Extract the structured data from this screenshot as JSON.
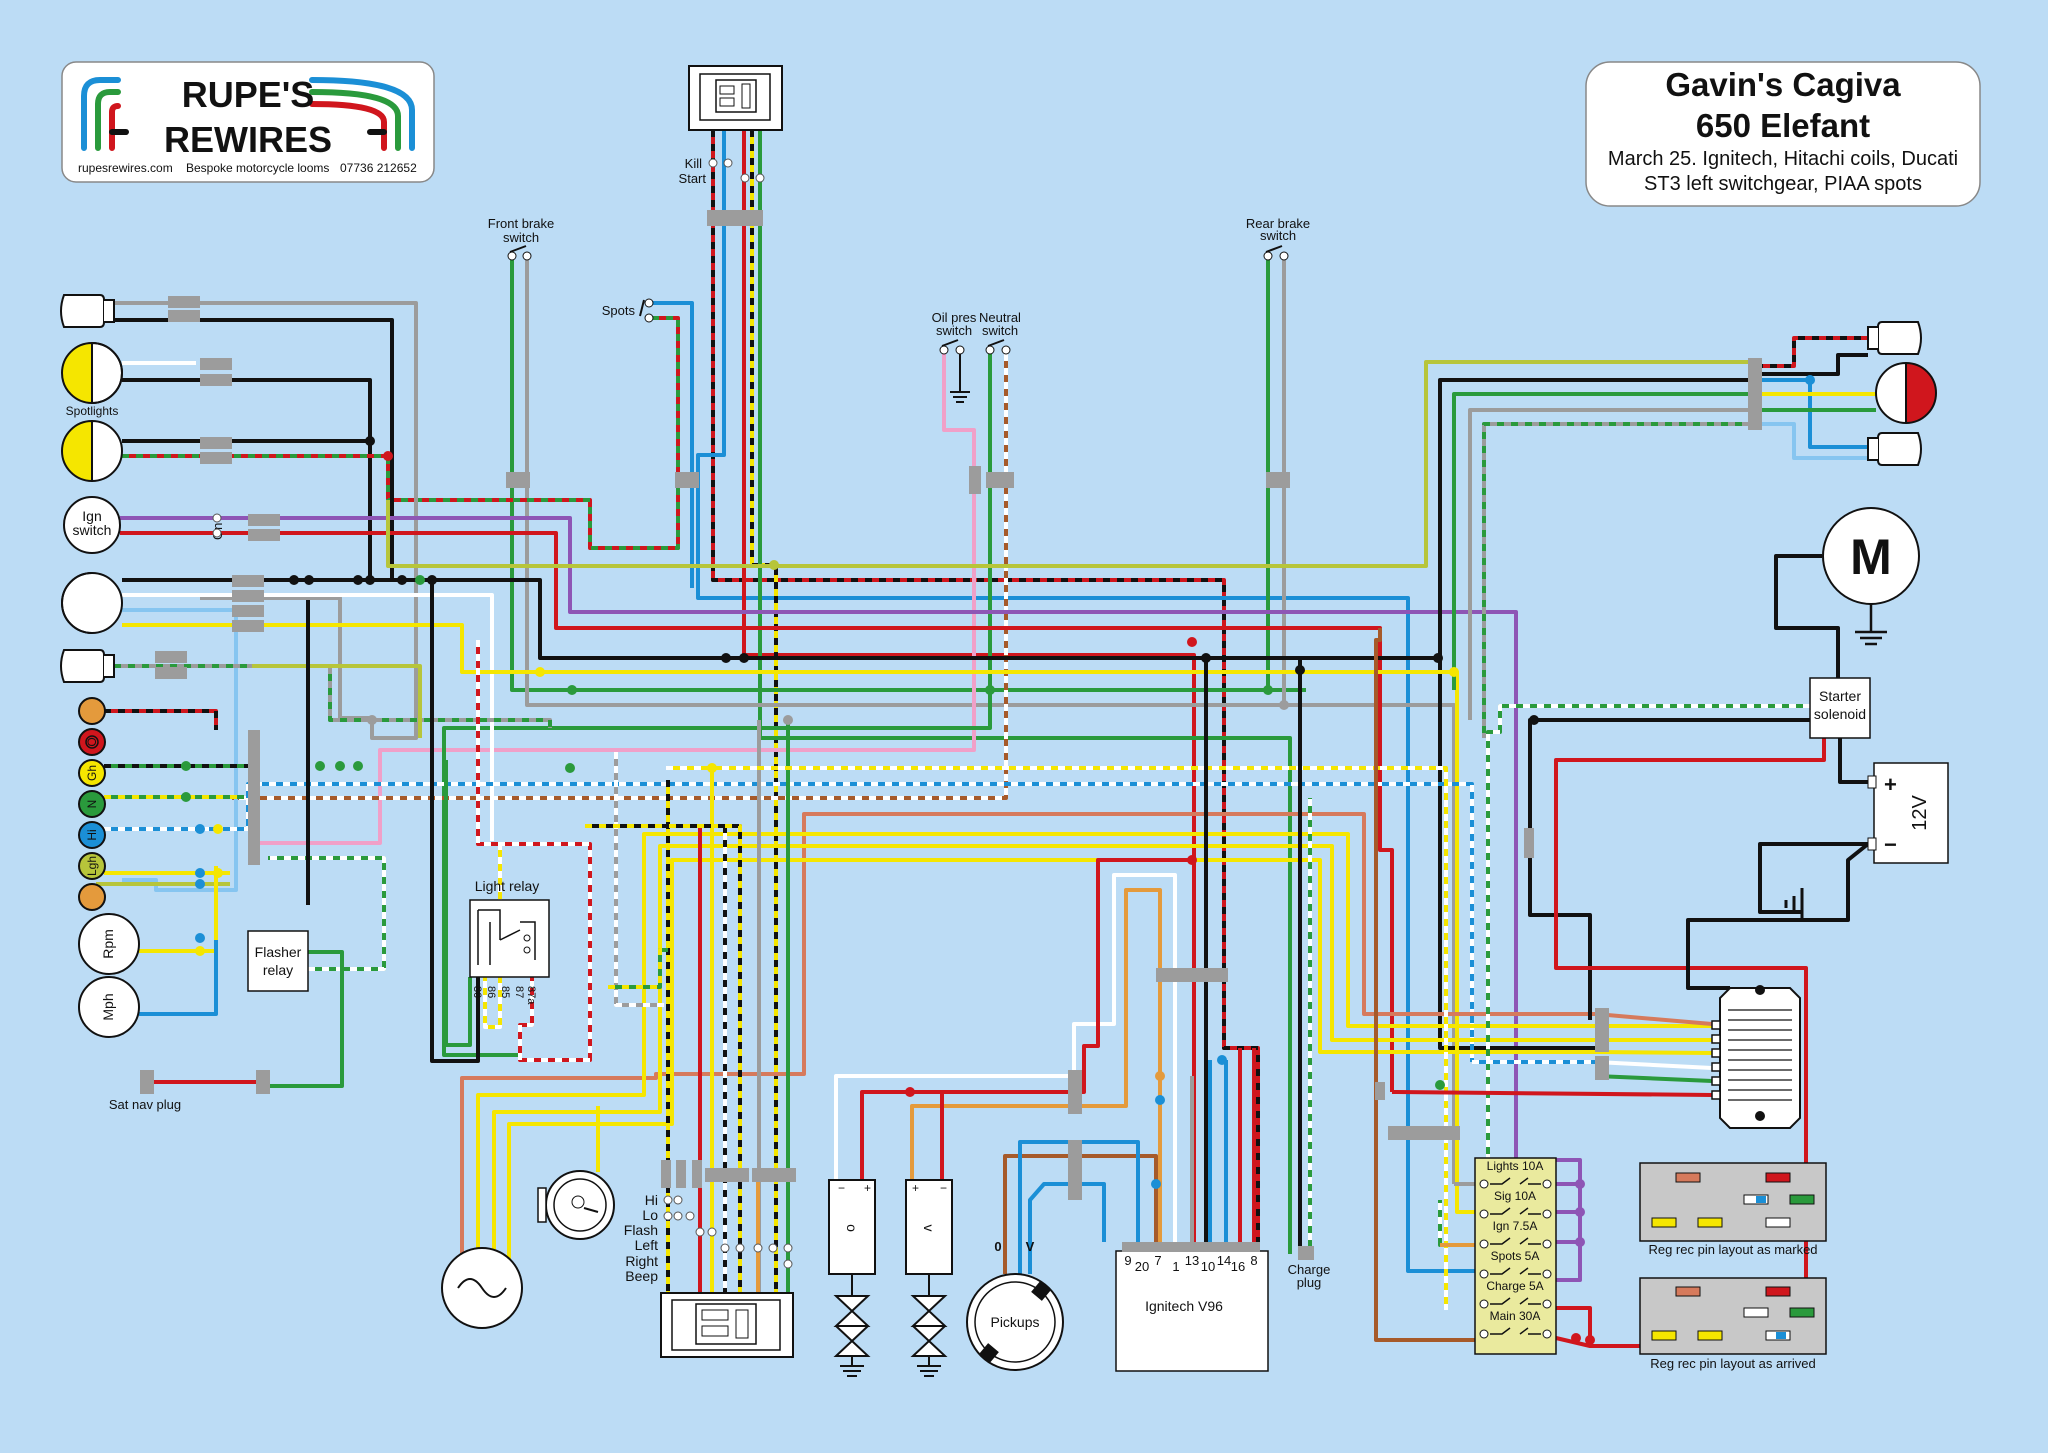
{
  "brand": {
    "name_line1": "RUPE'S",
    "name_line2": "REWIRES",
    "website": "rupesrewires.com",
    "tagline": "Bespoke motorcycle looms",
    "phone": "07736 212652"
  },
  "title": {
    "line1": "Gavin's Cagiva",
    "line2": "650 Elefant",
    "line3": "March 25. Ignitech, Hitachi coils, Ducati",
    "line4": "ST3 left switchgear, PIAA spots"
  },
  "labels": {
    "kill": "Kill",
    "start": "Start",
    "front_brake_1": "Front brake",
    "front_brake_2": "switch",
    "rear_brake_1": "Rear brake",
    "rear_brake_2": "switch",
    "spots": "Spots",
    "oil_pres_1": "Oil pres",
    "oil_pres_2": "switch",
    "neutral_1": "Neutral",
    "neutral_2": "switch",
    "spotlights": "Spotlights",
    "ign_1": "Ign",
    "ign_2": "switch",
    "on": "On",
    "rpm": "Rpm",
    "mph": "Mph",
    "flasher_1": "Flasher",
    "flasher_2": "relay",
    "light_relay": "Light relay",
    "relay_pins": [
      "30",
      "86",
      "85",
      "87",
      "87a"
    ],
    "sat_nav": "Sat nav plug",
    "switch_functions": [
      "Hi",
      "Lo",
      "Flash",
      "Left",
      "Right",
      "Beep"
    ],
    "coil_1": "o",
    "coil_2": "v",
    "pickups": "Pickups",
    "pickup_o": "0",
    "pickup_v": "V",
    "ignitech": "Ignitech V96",
    "ignitech_pins": [
      "9",
      "20",
      "7",
      "1",
      "13",
      "10",
      "14",
      "16",
      "8"
    ],
    "charge_1": "Charge",
    "charge_2": "plug",
    "motor": "M",
    "starter_1": "Starter",
    "starter_2": "solenoid",
    "battery_v": "12V",
    "plus": "+",
    "minus": "−",
    "reg_marked": "Reg rec pin layout as marked",
    "reg_arrived": "Reg rec pin layout as arrived"
  },
  "warning_lights": [
    "",
    "O",
    "Gh",
    "N",
    "Hi",
    "Lgh",
    ""
  ],
  "fuses": [
    "Lights 10A",
    "Sig 10A",
    "Ign 7.5A",
    "Spots 5A",
    "Charge 5A",
    "Main 30A"
  ],
  "colors": {
    "background": "#bcdcf5",
    "black": "#111111",
    "red": "#d0161d",
    "yellow": "#f5e600",
    "green": "#2a9a3c",
    "blue": "#1b8fd6",
    "lightblue": "#86c5f0",
    "brown": "#a65a2a",
    "purple": "#8e55b5",
    "grey": "#9c9c9c",
    "white": "#ffffff",
    "orange": "#e49a3c",
    "pink": "#f0a0c8",
    "lime": "#b7c53a",
    "salmon": "#d67a5c",
    "fuse_panel": "#eaea9e"
  }
}
